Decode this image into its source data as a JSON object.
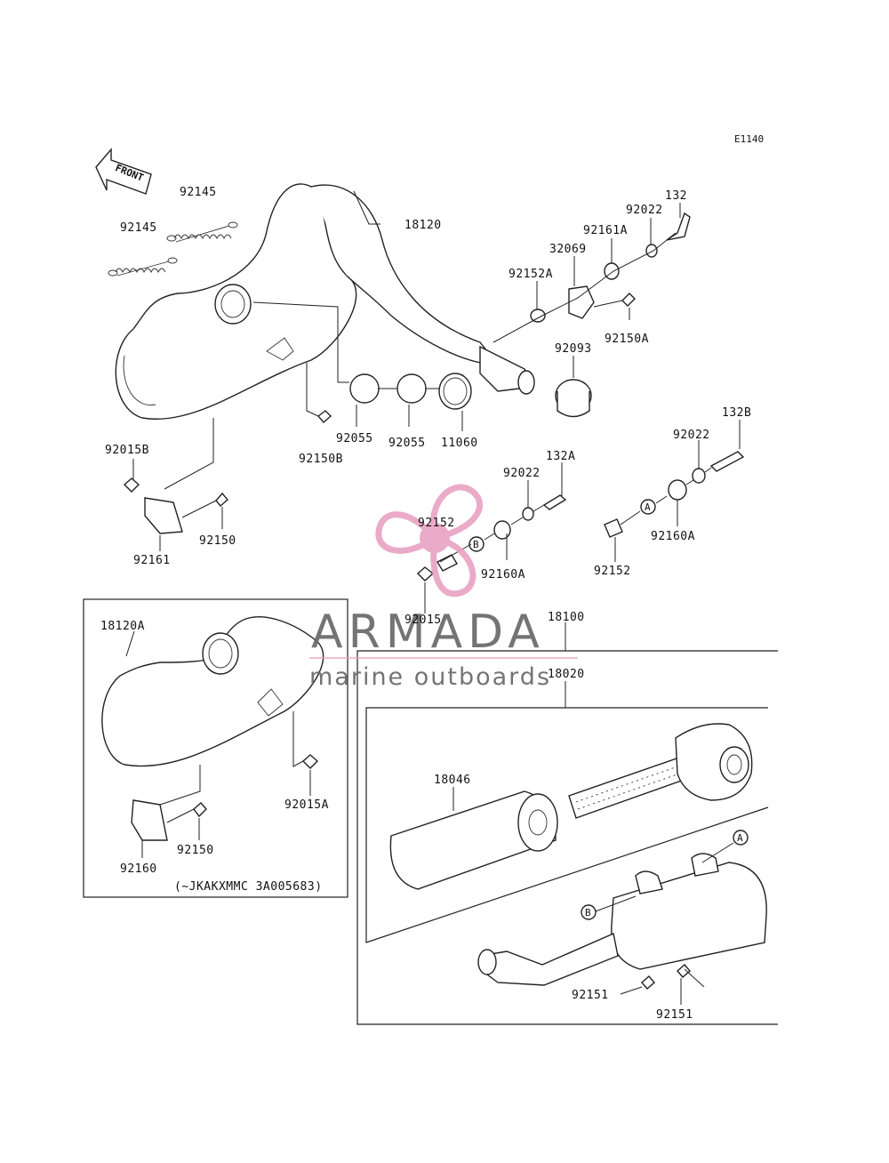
{
  "diagram_code": "E1140",
  "front_label": "FRONT",
  "labels": {
    "l_92145a": "92145",
    "l_92145b": "92145",
    "l_18120": "18120",
    "l_132": "132",
    "l_92022a": "92022",
    "l_92161A": "92161A",
    "l_32069": "32069",
    "l_92152A": "92152A",
    "l_92150A": "92150A",
    "l_92093": "92093",
    "l_92055a": "92055",
    "l_92055b": "92055",
    "l_11060": "11060",
    "l_92150B": "92150B",
    "l_92015B": "92015B",
    "l_92161": "92161",
    "l_92150a": "92150",
    "l_92152a": "92152",
    "l_92022b": "92022",
    "l_132A": "132A",
    "l_92160Aa": "92160A",
    "l_92015": "92015",
    "l_132B": "132B",
    "l_92022c": "92022",
    "l_92160Ab": "92160A",
    "l_92152b": "92152",
    "l_18120A": "18120A",
    "l_92015A": "92015A",
    "l_92150b": "92150",
    "l_92160": "92160",
    "l_serial": "(~JKAKXMMC 3A005683)",
    "l_18100": "18100",
    "l_18020": "18020",
    "l_18046": "18046",
    "l_92151a": "92151",
    "l_92151b": "92151"
  },
  "markers": {
    "A": "A",
    "B": "B"
  },
  "watermark": {
    "name": "ARMADA",
    "tagline": "marine outboards",
    "color": "#e8a3c3",
    "text_color": "#666666"
  }
}
